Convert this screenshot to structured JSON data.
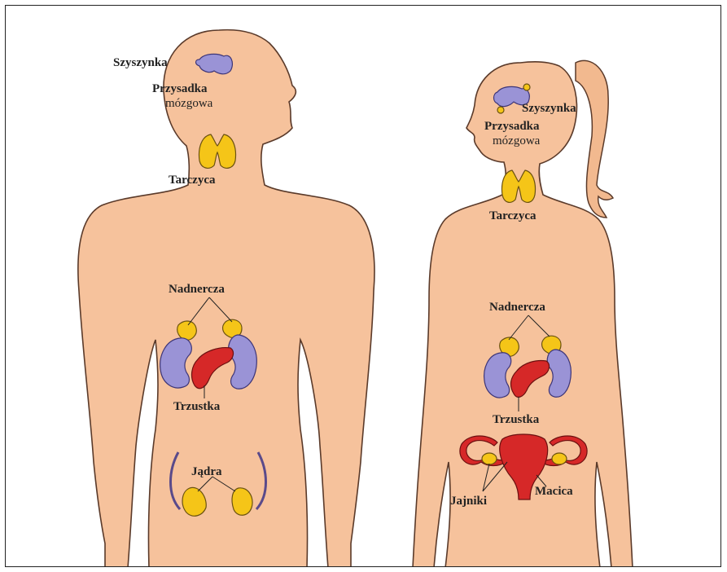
{
  "male": {
    "pineal": "Szyszynka",
    "pituitary_line1": "Przysadka",
    "pituitary_line2": "mózgowa",
    "thyroid": "Tarczyca",
    "adrenals": "Nadnercza",
    "pancreas": "Trzustka",
    "testes": "Jądra"
  },
  "female": {
    "pineal": "Szyszynka",
    "pituitary_line1": "Przysadka",
    "pituitary_line2": "mózgowa",
    "thyroid": "Tarczyca",
    "adrenals": "Nadnercza",
    "pancreas": "Trzustka",
    "ovaries": "Jajniki",
    "uterus": "Macica"
  },
  "colors": {
    "skin": "#f6c29c",
    "gland_yellow": "#f5c518",
    "kidney_purple": "#9a93d6",
    "pancreas_red": "#d62828"
  }
}
